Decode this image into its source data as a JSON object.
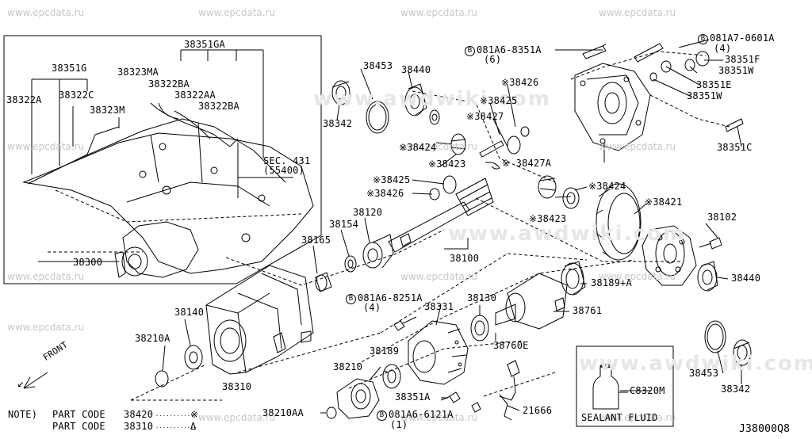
{
  "watermarks": {
    "site": "www.epcdata.ru",
    "brand": "www.awdwiki.com"
  },
  "diagram_code": "J38000Q8",
  "inset": {
    "sec_ref": "SEC. 431",
    "sec_ref_sub": "(55400)"
  },
  "labels": {
    "p38351GA": "38351GA",
    "p38351G": "38351G",
    "p38323MA": "38323MA",
    "p38322BA_1": "38322BA",
    "p38322AA": "38322AA",
    "p38322BA_2": "38322BA",
    "p38322A": "38322A",
    "p38322C": "38322C",
    "p38323M": "38323M",
    "p38300": "38300",
    "p38453_top": "38453",
    "p38440_top": "38440",
    "p38342_top": "38342",
    "p38426_a": "※38426",
    "p38425_a": "※38425",
    "p38427": "※38427",
    "p38424_a": "※38424",
    "p38423_a": "※38423",
    "p38427A": "※ 38427A",
    "p38425_b": "※38425",
    "p38426_b": "※38426",
    "p38424_b": "※38424",
    "p38423_b": "※38423",
    "p38421": "※38421",
    "p38102": "38102",
    "p38120": "38120",
    "p38154": "38154",
    "p38165": "38165",
    "p38100": "38100",
    "p38440_right": "38440",
    "p38189A": "38189+A",
    "p38761": "38761",
    "p38130": "38130",
    "p38331": "38331",
    "p38140": "38140",
    "p38210A": "38210A",
    "p38210": "38210",
    "p38189": "38189",
    "p38310": "38310",
    "p38760E": "38760E",
    "p38351A": "38351A",
    "p21666": "21666",
    "p38210AA": "38210AA",
    "p38453_right": "38453",
    "p38342_right": "38342",
    "p38351F": "38351F",
    "p38351W_a": "38351W",
    "p38351E": "38351E",
    "p38351W_b": "38351W",
    "p38351C": "38351C",
    "front": "FRONT"
  },
  "bolts": {
    "b1_code": "081A6-8351A",
    "b1_qty": "(6)",
    "b2_code": "081A7-0601A",
    "b2_qty": "(4)",
    "b3_code": "081A6-8251A",
    "b3_qty": "(4)",
    "b4_code": "081A6-6121A",
    "b4_qty": "(1)",
    "circle_letter": "B"
  },
  "sealant": {
    "code": "C8320M",
    "caption": "SEALANT FLUID"
  },
  "note": {
    "title": "NOTE)",
    "row1_prefix": "PART CODE",
    "row1_code": "38420",
    "row1_mark": "※",
    "row2_prefix": "PART CODE",
    "row2_code": "38310",
    "row2_mark": "Δ",
    "dots": "............"
  }
}
